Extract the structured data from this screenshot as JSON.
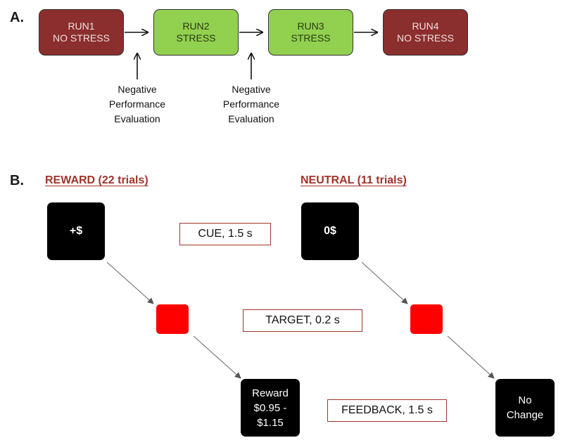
{
  "panelA": {
    "label": "A.",
    "runs": [
      {
        "line1": "RUN1",
        "line2": "NO STRESS",
        "color": "#8b2e2e"
      },
      {
        "line1": "RUN2",
        "line2": "STRESS",
        "color": "#92d050"
      },
      {
        "line1": "RUN3",
        "line2": "STRESS",
        "color": "#92d050"
      },
      {
        "line1": "RUN4",
        "line2": "NO STRESS",
        "color": "#8b2e2e"
      }
    ],
    "evaluations": [
      {
        "l1": "Negative",
        "l2": "Performance",
        "l3": "Evaluation"
      },
      {
        "l1": "Negative",
        "l2": "Performance",
        "l3": "Evaluation"
      }
    ]
  },
  "panelB": {
    "label": "B.",
    "reward": {
      "title": "REWARD (22 trials)",
      "cue": "+$",
      "feedback": {
        "l1": "Reward",
        "l2": "$0.95 -",
        "l3": "$1.15"
      }
    },
    "neutral": {
      "title": "NEUTRAL (11 trials)",
      "cue": "0$",
      "feedback": {
        "l1": "No",
        "l2": "Change"
      }
    },
    "timings": {
      "cue": "CUE, 1.5 s",
      "target": "TARGET, 0.2 s",
      "feedback": "FEEDBACK, 1.5 s"
    }
  },
  "colors": {
    "no_stress": "#8b2e2e",
    "stress": "#92d050",
    "target": "#ff0000",
    "accent": "#a0342a"
  }
}
